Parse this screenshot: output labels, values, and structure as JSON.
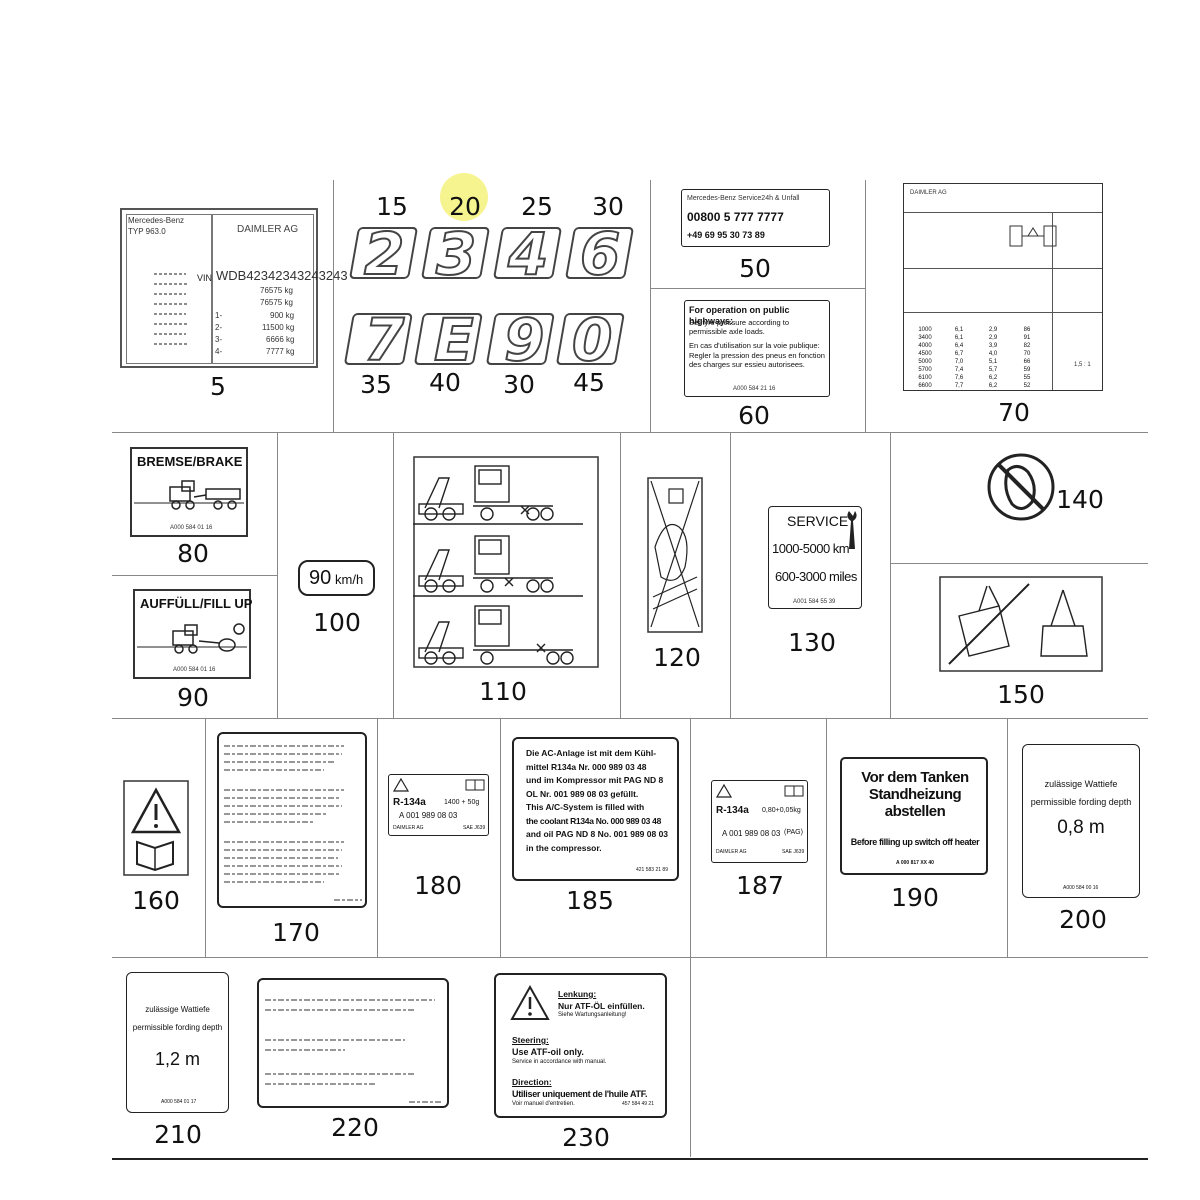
{
  "callouts": {
    "c5": "5",
    "c15": "15",
    "c20": "20",
    "c25": "25",
    "c30a": "30",
    "c35": "35",
    "c40": "40",
    "c30b": "30",
    "c45": "45",
    "c50": "50",
    "c60": "60",
    "c70": "70",
    "c80": "80",
    "c90": "90",
    "c100": "100",
    "c110": "110",
    "c120": "120",
    "c130": "130",
    "c140": "140",
    "c150": "150",
    "c160": "160",
    "c170": "170",
    "c180": "180",
    "c185": "185",
    "c187": "187",
    "c190": "190",
    "c200": "200",
    "c210": "210",
    "c220": "220",
    "c230": "230"
  },
  "digits": {
    "d2": "2",
    "d3": "3",
    "d4": "4",
    "d6": "6",
    "d7": "7",
    "d8": "E",
    "d9": "9",
    "d0": "0"
  },
  "plate5": {
    "brand": "Mercedes-Benz",
    "typ": "TYP 963.0",
    "daimler": "DAIMLER AG",
    "vin_label": "VIN",
    "vin": "WDB42342343243243",
    "w1": "76575 kg",
    "w2": "76575 kg",
    "w3": "900 kg",
    "w4": "11500 kg",
    "w5": "6666 kg",
    "w6": "7777 kg",
    "r1": "1-",
    "r2": "2-",
    "r3": "3-",
    "r4": "4-"
  },
  "label50": {
    "header": "Mercedes-Benz Service24h & Unfall",
    "phone1": "00800 5 777 7777",
    "phone2": "+49 69 95 30 73 89"
  },
  "label60": {
    "title": "For operation on public highways:",
    "line2": "Set tyre pressure according to permissible axle loads.",
    "fr1": "En cas d'utilisation sur la voie publique:",
    "fr2": "Regler la pression des pneus en fonction des charges sur essieu autorisees.",
    "code": "A000 584 21 16"
  },
  "label70": {
    "brand": "DAIMLER AG",
    "rows": [
      [
        "1000",
        "6,1",
        "2,9",
        "86"
      ],
      [
        "3400",
        "6,1",
        "2,9",
        "91"
      ],
      [
        "4000",
        "6,4",
        "3,9",
        "82"
      ],
      [
        "4500",
        "6,7",
        "4,0",
        "70"
      ],
      [
        "5000",
        "7,0",
        "5,1",
        "66"
      ],
      [
        "5700",
        "7,4",
        "5,7",
        "59"
      ],
      [
        "6100",
        "7,6",
        "6,2",
        "55"
      ],
      [
        "6600",
        "7,7",
        "6,2",
        "52"
      ]
    ],
    "ratio": "1,5 : 1"
  },
  "label80": {
    "title": "BREMSE/BRAKE",
    "code": "A000 584 01 16"
  },
  "label90": {
    "title": "AUFFÜLL/FILL UP",
    "code": "A000 584 01 16"
  },
  "label100": {
    "speed": "90",
    "unit": "km/h"
  },
  "label130": {
    "title": "SERVICE",
    "line1": "1000-5000 km",
    "line2": "600-3000 miles",
    "code": "A001 584 55 39"
  },
  "label180": {
    "refrigerant": "R-134a",
    "amount": "1400 + 50g",
    "part": "A 001 989 08 03",
    "maker": "DAIMLER AG",
    "std": "SAE J639"
  },
  "label185": {
    "lines": [
      "Die AC-Anlage ist mit dem Kühl-",
      "mittel R134a Nr. 000 989 03 48",
      "und im Kompressor mit PAG ND 8",
      "OL Nr. 001 989 08 03 gefüllt.",
      "This A/C-System is filled with",
      "the coolant R134a No. 000 989 03 48",
      "and oil PAG ND 8 No. 001 989 08 03",
      "in the compressor."
    ],
    "code": "421 583 21 89"
  },
  "label187": {
    "refrigerant": "R-134a",
    "amount": "0,80+0,05kg",
    "part": "A 001 989 08 03",
    "pag": "(PAG)",
    "maker": "DAIMLER AG",
    "std": "SAE J639"
  },
  "label190": {
    "l1": "Vor dem Tanken",
    "l2": "Standheizung",
    "l3": "abstellen",
    "l4": "Before filling up switch off heater",
    "code": "A 000 817 XX 40"
  },
  "label200": {
    "l1": "zulässige Wattiefe",
    "l2": "permissible fording depth",
    "depth": "0,8 m",
    "code": "A000 584 00 16"
  },
  "label210": {
    "l1": "zulässige Wattiefe",
    "l2": "permissible fording depth",
    "depth": "1,2 m",
    "code": "A000 584 01 17"
  },
  "label230": {
    "h1": "Lenkung:",
    "t1": "Nur ATF-ÖL einfüllen.",
    "s1": "Siehe Wartungsanleitung!",
    "h2": "Steering:",
    "t2": "Use ATF-oil only.",
    "s2": "Service in accordance with manual.",
    "h3": "Direction:",
    "t3": "Utiliser uniquement de l'huile ATF.",
    "s3": "Voir manuel d'entretien.",
    "code": "457 584 49 21"
  },
  "colors": {
    "highlight": "#f5f27a",
    "grid": "#888888",
    "ink": "#222222"
  }
}
